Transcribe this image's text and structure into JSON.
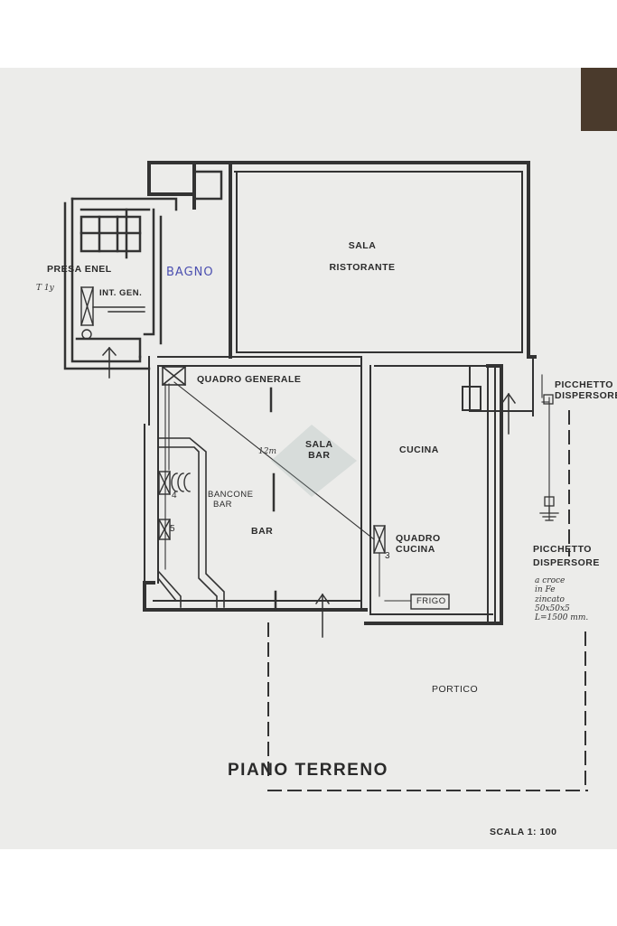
{
  "title": "PIANO TERRENO",
  "scale": "SCALA 1: 100",
  "rooms": {
    "sala_ristorante": [
      "SALA",
      "RISTORANTE"
    ],
    "bagno": "BAGNO",
    "quadro_generale": "QUADRO GENERALE",
    "sala_bar": [
      "SALA",
      "BAR"
    ],
    "cucina": "CUCINA",
    "bancone_bar": [
      "BANCONE",
      "BAR"
    ],
    "bar": "BAR",
    "quadro_cucina": [
      "QUADRO",
      "CUCINA"
    ],
    "frigo": "FRIGO",
    "portico": "PORTICO"
  },
  "electrical": {
    "presa_enel": "PRESA ENEL",
    "int_gen": "INT. GEN.",
    "picchetto_top": [
      "PICCHETTO",
      "DISPERSORE"
    ],
    "picchetto_right": [
      "PICCHETTO",
      "DISPERSORE"
    ],
    "picchetto_spec": [
      "a croce",
      "in Fe",
      "zincato",
      "50x50x5",
      "L=1500 mm."
    ],
    "cable_length": "12m",
    "circuit_numbers": [
      "4",
      "5",
      "3"
    ],
    "side_mark": "T 1y"
  },
  "colors": {
    "paper": "#ececea",
    "ink": "#2a2a2a",
    "handwriting_blue": "#4b4fb0"
  }
}
